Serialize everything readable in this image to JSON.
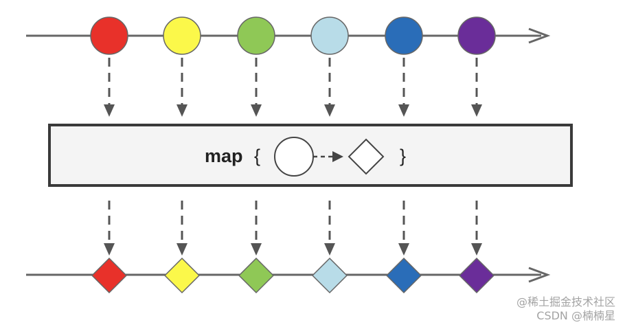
{
  "operator": {
    "keyword": "map",
    "open_brace": "{",
    "close_brace": "}"
  },
  "marbles": [
    {
      "color": "#e8312a"
    },
    {
      "color": "#fbf84a"
    },
    {
      "color": "#8fc856"
    },
    {
      "color": "#b8dce8"
    },
    {
      "color": "#2a6db8"
    },
    {
      "color": "#6a2d99"
    }
  ],
  "watermark": {
    "line1": "@稀土掘金技术社区",
    "line2": "CSDN @楠楠星"
  }
}
